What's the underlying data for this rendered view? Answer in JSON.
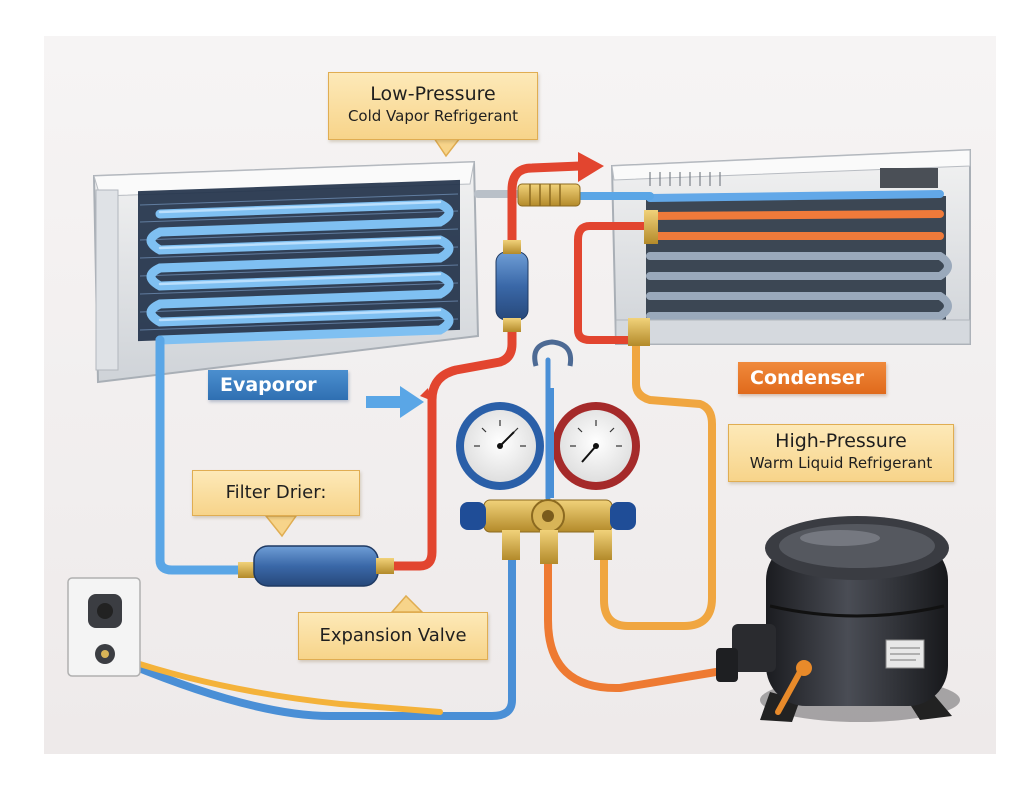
{
  "labels": {
    "low_pressure": {
      "line1": "Low-Pressure",
      "line2": "Cold Vapor Refrigerant"
    },
    "high_pressure": {
      "line1": "High-Pressure",
      "line2": "Warm Liquid Refrigerant"
    },
    "evaporator": "Evaporor",
    "condenser": "Condenser",
    "filter_drier": "Filter Drier:",
    "expansion_valve": "Expansion Valve"
  },
  "colors": {
    "cold_line": "#5aa6e6",
    "hot_line": "#e2452f",
    "warm_line": "#f0a640",
    "callout_fill": "#fbe0a4",
    "compressor": "#2b2d31"
  },
  "icons": [
    "flow-arrow-icon",
    "low-pressure-gauge-icon",
    "high-pressure-gauge-icon",
    "wall-outlet-icon"
  ]
}
